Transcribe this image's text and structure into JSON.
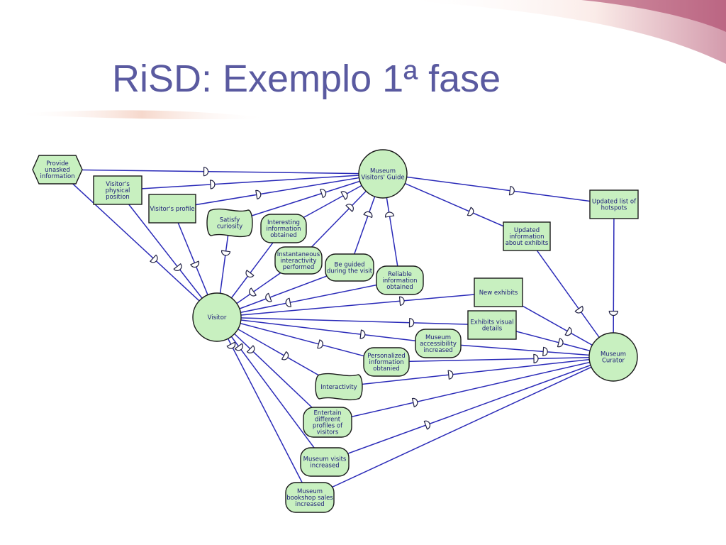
{
  "title": "RiSD: Exemplo 1ª fase",
  "actors": {
    "guide": [
      "Museum",
      "Visitors' Guide"
    ],
    "visitor": [
      "Visitor"
    ],
    "curator": [
      "Museum",
      "Curator"
    ]
  },
  "elements": {
    "provide_unasked": [
      "Provide",
      "unasked",
      "information"
    ],
    "physical_position": [
      "Visitor's",
      "physical",
      "position"
    ],
    "visitor_profile": [
      "Visitor's profile"
    ],
    "satisfy_curiosity": [
      "Satisfy",
      "curiosity"
    ],
    "interesting_info": [
      "Interesting",
      "information",
      "obtained"
    ],
    "instant_interactivity": [
      "Instantaneous",
      "interactivity",
      "performed"
    ],
    "be_guided": [
      "Be guided",
      "during the visit"
    ],
    "reliable_info": [
      "Reliable",
      "information",
      "obtained"
    ],
    "updated_info": [
      "Updated",
      "information",
      "about exhibits"
    ],
    "hotspots": [
      "Updated list of",
      "hotspots"
    ],
    "new_exhibits": [
      "New exhibits"
    ],
    "visual_details": [
      "Exhibits visual",
      "details"
    ],
    "accessibility": [
      "Museum",
      "accessibility",
      "increased"
    ],
    "personalized": [
      "Personalized",
      "information",
      "obtanied"
    ],
    "interactivity": [
      "Interactivity"
    ],
    "entertain": [
      "Entertain",
      "different",
      "profiles of",
      "visitors"
    ],
    "visits_increased": [
      "Museum visits",
      "increased"
    ],
    "bookshop": [
      "Museum",
      "bookshop sales",
      "increased"
    ]
  },
  "colors": {
    "title": "#5a5aa0",
    "node_fill": "#c8f0c0",
    "edge": "#2a2ab8"
  }
}
